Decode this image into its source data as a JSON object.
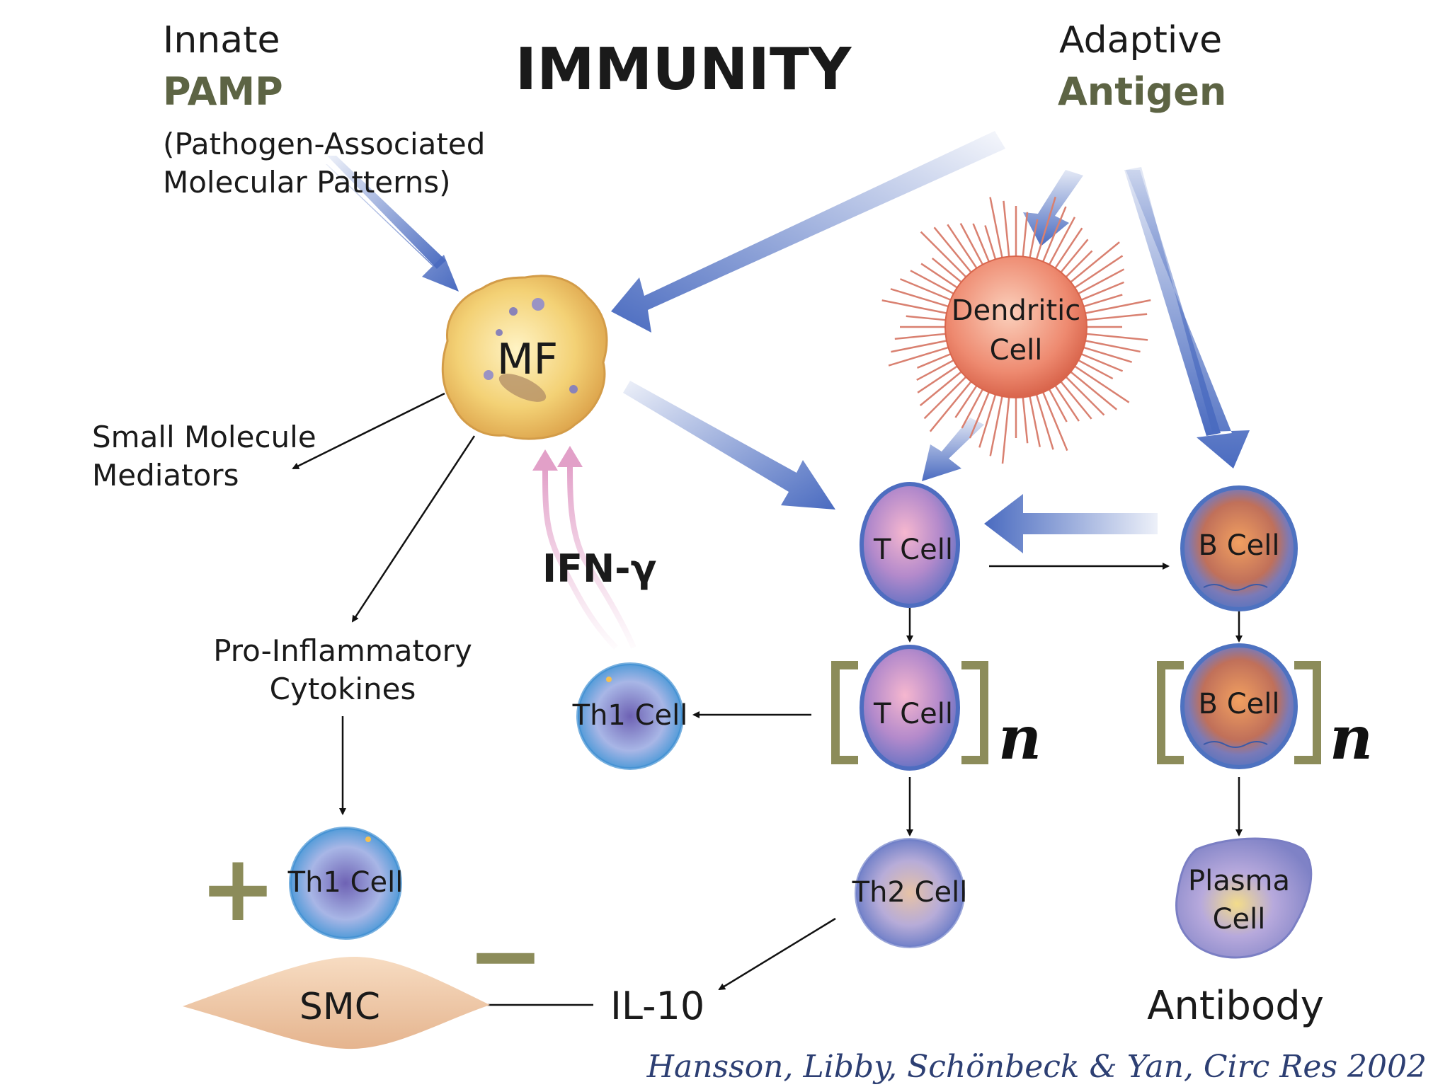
{
  "title": "IMMUNITY",
  "innate": {
    "heading": "Innate",
    "keyword": "PAMP",
    "description_line1": "(Pathogen-Associated",
    "description_line2": "Molecular Patterns)"
  },
  "adaptive": {
    "heading": "Adaptive",
    "keyword": "Antigen"
  },
  "cells": {
    "macrophage": "MF",
    "dendritic_line1": "Dendritic",
    "dendritic_line2": "Cell",
    "t_cell": "T Cell",
    "t_cell_clone": "T Cell",
    "b_cell": "B Cell",
    "b_cell_clone": "B Cell",
    "th1_upper": "Th1 Cell",
    "th1_lower": "Th1 Cell",
    "th2": "Th2 Cell",
    "plasma_line1": "Plasma",
    "plasma_line2": "Cell",
    "smc": "SMC"
  },
  "labels": {
    "small_molecule_line1": "Small Molecule",
    "small_molecule_line2": "Mediators",
    "proinflam_line1": "Pro-Inflammatory",
    "proinflam_line2": "Cytokines",
    "ifn_gamma": "IFN-γ",
    "il10": "IL-10",
    "antibody": "Antibody",
    "plus": "+",
    "minus": "−",
    "clone_n_t": "n",
    "clone_n_b": "n"
  },
  "citation": "Hansson, Libby, Schönbeck & Yan, Circ Res 2002",
  "colors": {
    "arrow_blue": "#4a6bc0",
    "olive": "#8c8c5a",
    "olive_dark": "#5d6444",
    "citation_blue": "#2d3f73",
    "macrophage": "#f2d070",
    "dendritic": "#e8806a",
    "smc": "#f0cfb0"
  }
}
